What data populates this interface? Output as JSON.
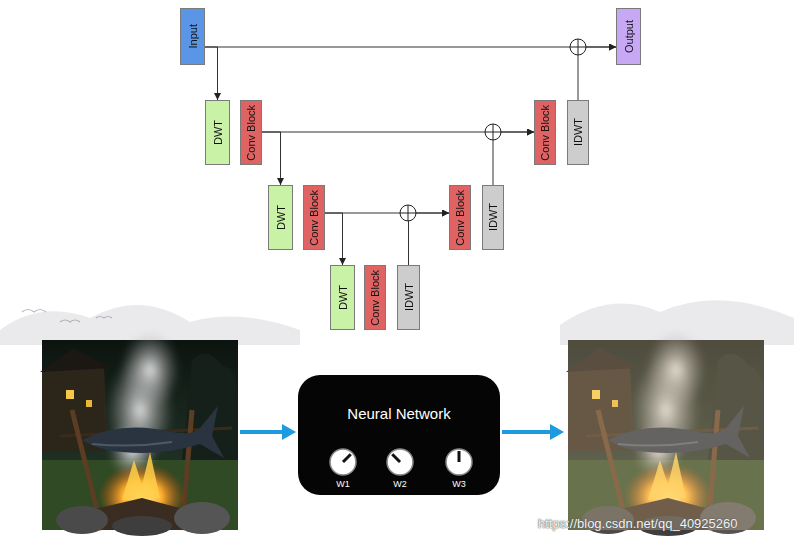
{
  "diagram": {
    "nodes": [
      {
        "text": [
          "Input"
        ]
      },
      {
        "text": [
          "DWT"
        ]
      },
      {
        "text": [
          "Conv Block"
        ]
      },
      {
        "text": [
          "DWT"
        ]
      },
      {
        "text": [
          "Conv Block"
        ]
      },
      {
        "text": [
          "DWT"
        ]
      },
      {
        "text": [
          "Conv Block"
        ]
      },
      {
        "text": [
          "IDWT"
        ]
      },
      {
        "text": [
          "Conv Block"
        ]
      },
      {
        "text": [
          "IDWT"
        ]
      },
      {
        "text": [
          "Conv Block"
        ]
      },
      {
        "text": [
          "IDWT"
        ]
      },
      {
        "text": [
          "Output"
        ]
      },
      {
        "text": [
          "Neural Network"
        ]
      },
      {
        "text": [
          "W1"
        ],
        "in": 13
      },
      {
        "text": [
          "W2"
        ],
        "in": 13
      },
      {
        "text": [
          "W3"
        ],
        "in": 13
      }
    ],
    "edges": [
      {
        "from": 0,
        "to": 1,
        "arrow": "to"
      },
      {
        "from": 0,
        "to": 12,
        "arrow": "to"
      },
      {
        "from": 11,
        "to": 12,
        "arrow": "to"
      },
      {
        "from": 2,
        "to": 3,
        "arrow": "to"
      },
      {
        "from": 2,
        "to": 10,
        "arrow": "to"
      },
      {
        "from": 9,
        "to": 10,
        "arrow": "to"
      },
      {
        "from": 4,
        "to": 5,
        "arrow": "to"
      },
      {
        "from": 4,
        "to": 8,
        "arrow": "to"
      },
      {
        "from": 7,
        "to": 8,
        "arrow": "to"
      }
    ],
    "labels": [
      "https://blog.csdn.net/qq_40925260"
    ]
  }
}
